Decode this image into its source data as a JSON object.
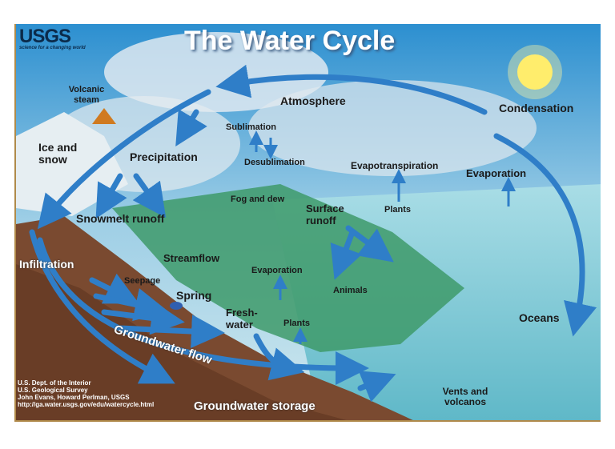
{
  "title": "The Water Cycle",
  "logo": {
    "name": "USGS",
    "tagline": "science for a changing world"
  },
  "labels": {
    "volcanic_steam": "Volcanic steam",
    "atmosphere": "Atmosphere",
    "condensation": "Condensation",
    "sublimation": "Sublimation",
    "desublimation": "Desublimation",
    "ice_and_snow": "Ice and snow",
    "precipitation": "Precipitation",
    "evapotranspiration": "Evapotranspiration",
    "evaporation_ocean": "Evaporation",
    "fog_and_dew": "Fog and dew",
    "surface_runoff": "Surface runoff",
    "plants_upper": "Plants",
    "snowmelt_runoff": "Snowmelt runoff",
    "infiltration": "Infiltration",
    "streamflow": "Streamflow",
    "evaporation_lake": "Evaporation",
    "seepage": "Seepage",
    "animals": "Animals",
    "spring": "Spring",
    "freshwater": "Fresh-water",
    "oceans": "Oceans",
    "plants_lower": "Plants",
    "groundwater_flow": "Groundwater flow",
    "vents_and_volcanos": "Vents and volcanos",
    "groundwater_storage": "Groundwater storage"
  },
  "credits": [
    "U.S. Dept. of the Interior",
    "U.S. Geological Survey",
    "John Evans, Howard Perlman, USGS",
    "http://ga.water.usgs.gov/edu/watercycle.html"
  ],
  "colors": {
    "sky": "#3f9fd0",
    "ocean": "#8fd3e0",
    "land": "#7a4a30",
    "arrow": "#2f7ec8",
    "sun": "#ffe84a"
  }
}
